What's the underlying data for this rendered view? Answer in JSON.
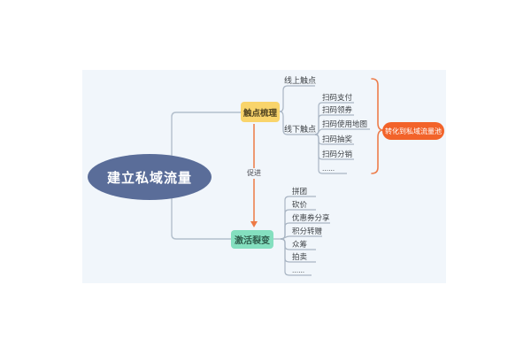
{
  "page": {
    "background_color": "#ffffff",
    "canvas_color": "#F1F6FB"
  },
  "mindmap": {
    "root": {
      "label": "建立私域流量",
      "fill": "#5A6D99",
      "text_color": "#ffffff"
    },
    "branch_touchpoints": {
      "label": "触点梳理",
      "fill": "#F9D46B",
      "online": {
        "label": "线上触点"
      },
      "offline": {
        "label": "线下触点",
        "items": [
          "扫码支付",
          "扫码领券",
          "扫码使用地图",
          "扫码抽奖",
          "扫码分销",
          "......"
        ]
      }
    },
    "callout": {
      "label": "转化到私域流量池",
      "fill": "#F2632A",
      "brace_color": "#ED7D4B"
    },
    "branch_fission": {
      "label": "激活裂变",
      "fill": "#84DFBF",
      "items": [
        "拼团",
        "砍价",
        "优惠券分享",
        "积分转赠",
        "众筹",
        "拍卖",
        "......"
      ]
    },
    "relationship": {
      "label": "促进",
      "color": "#ED7A45"
    },
    "connector_color": "#B3BFCC",
    "branch_line_color": "#A9B5C3"
  }
}
